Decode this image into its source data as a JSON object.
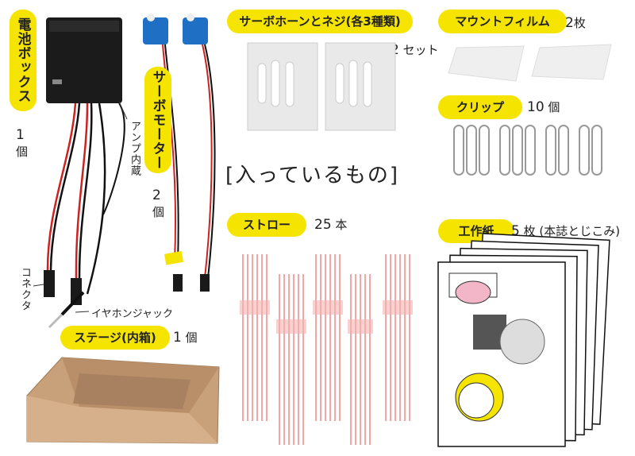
{
  "battery_box": {
    "label": "電池ボックス",
    "qty_num": "1",
    "qty_unit": "個",
    "amp_note": "アンプ内蔵"
  },
  "connector_label": "コネクタ",
  "jack_label": "イヤホンジャック",
  "servo": {
    "label": "サーボモーター",
    "qty_num": "2",
    "qty_unit": "個"
  },
  "horn": {
    "label": "サーボホーンとネジ(各3種類)",
    "qty_num": "2",
    "qty_unit": "セット"
  },
  "mount_film": {
    "label": "マウントフィルム",
    "qty_num": "2",
    "qty_unit": "枚"
  },
  "clip": {
    "label": "クリップ",
    "qty_num": "10",
    "qty_unit": "個"
  },
  "contents_title": "[入っているもの]",
  "straw": {
    "label": "ストロー",
    "qty_num": "25",
    "qty_unit": "本"
  },
  "paper": {
    "label": "工作紙",
    "qty_num": "5",
    "qty_unit": "枚",
    "note": "(本誌とじこみ)"
  },
  "stage": {
    "label": "ステージ(内箱)",
    "qty_num": "1",
    "qty_unit": "個"
  },
  "colors": {
    "accent_yellow": "#f5e400",
    "servo_blue": "#1f6fc4",
    "cardboard": "#c8a07a"
  }
}
